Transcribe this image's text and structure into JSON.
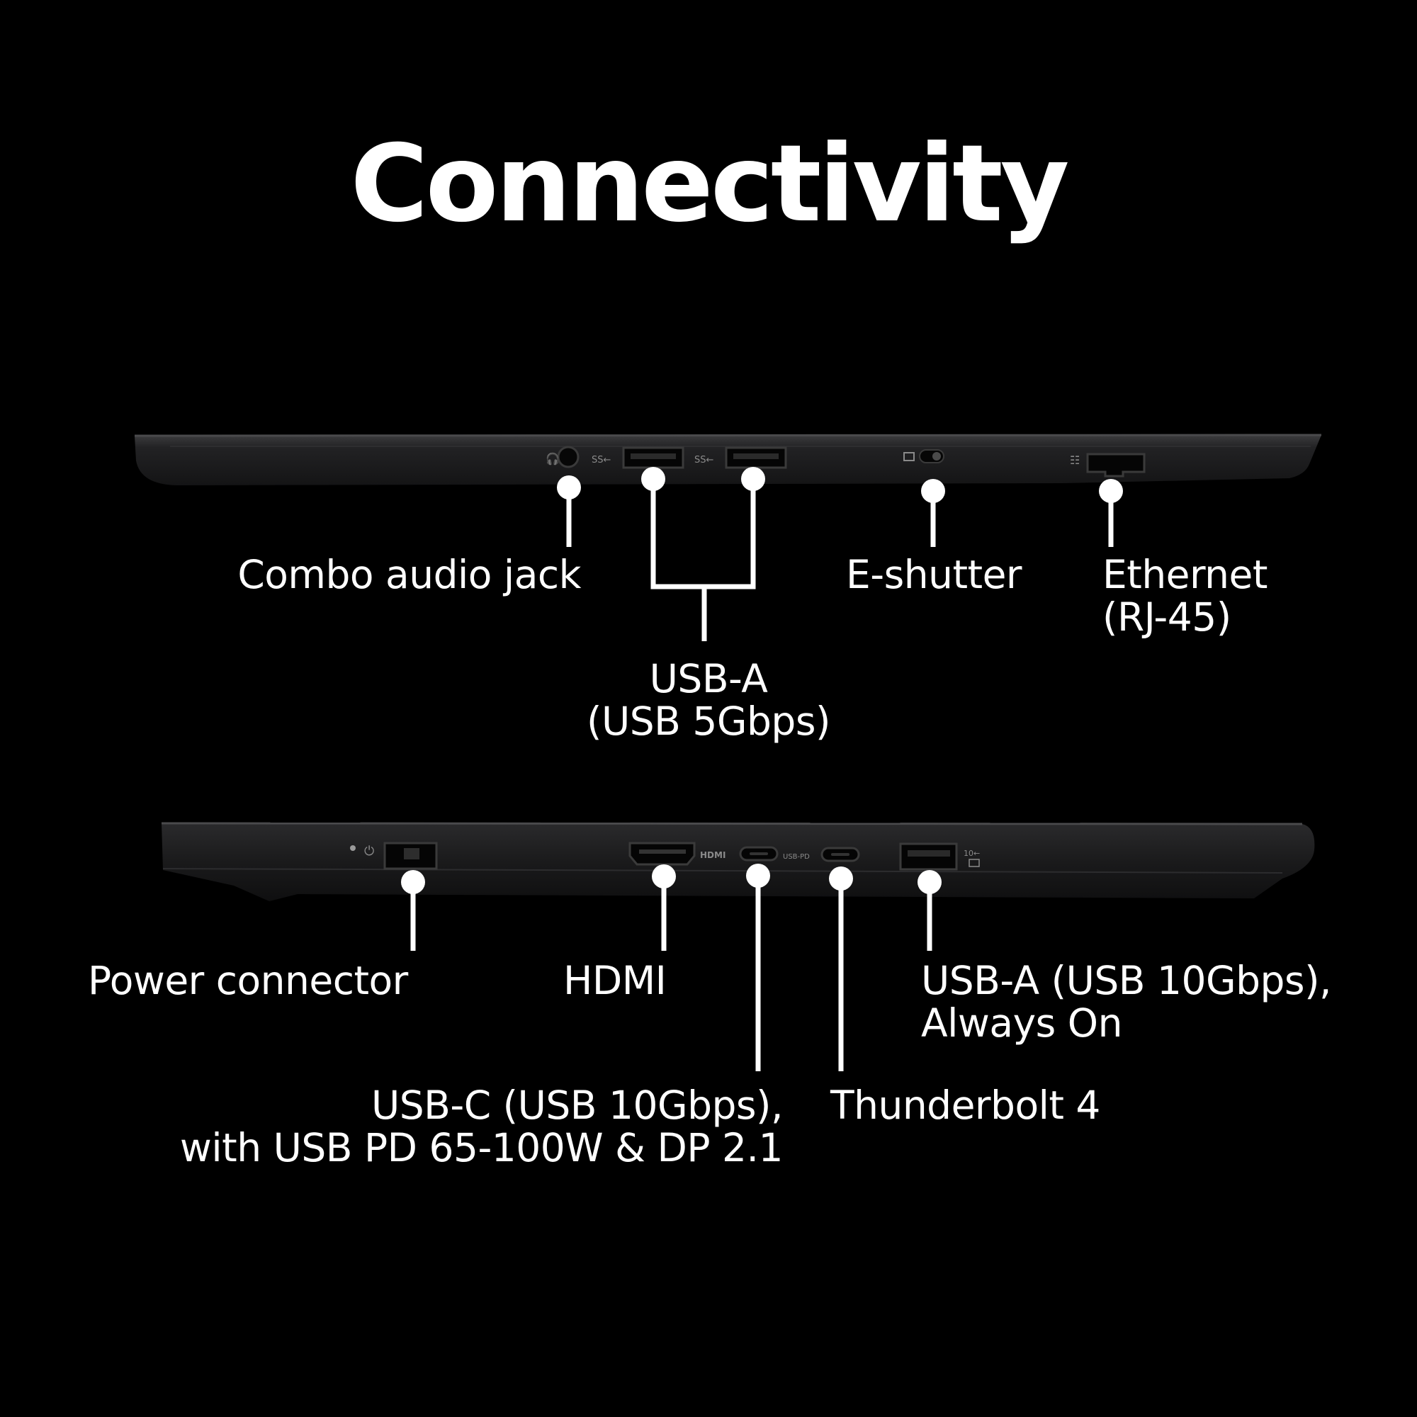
{
  "title": "Connectivity",
  "colors": {
    "background": "#000000",
    "text": "#ffffff",
    "laptop_body": "#1b1b1c",
    "laptop_edge": "#3a3a3c",
    "port": "#0a0a0a"
  },
  "top_side": {
    "labels": {
      "audio_jack": "Combo audio jack",
      "usb_a_line1": "USB-A",
      "usb_a_line2": "(USB 5Gbps)",
      "e_shutter": "E-shutter",
      "ethernet_line1": "Ethernet",
      "ethernet_line2": "(RJ-45)"
    },
    "engravings": {
      "ss1": "SS←",
      "ss2": "SS←"
    }
  },
  "bottom_side": {
    "labels": {
      "power": "Power connector",
      "hdmi": "HDMI",
      "usb_c_line1": "USB-C (USB 10Gbps),",
      "usb_c_line2": "with USB PD 65-100W & DP 2.1",
      "thunderbolt": "Thunderbolt 4",
      "usb_a_on_line1": "USB-A (USB 10Gbps),",
      "usb_a_on_line2": "Always On"
    },
    "engravings": {
      "hdmi": "HDMI",
      "usb_pd": "USB-PD",
      "ss10": "10←"
    }
  }
}
